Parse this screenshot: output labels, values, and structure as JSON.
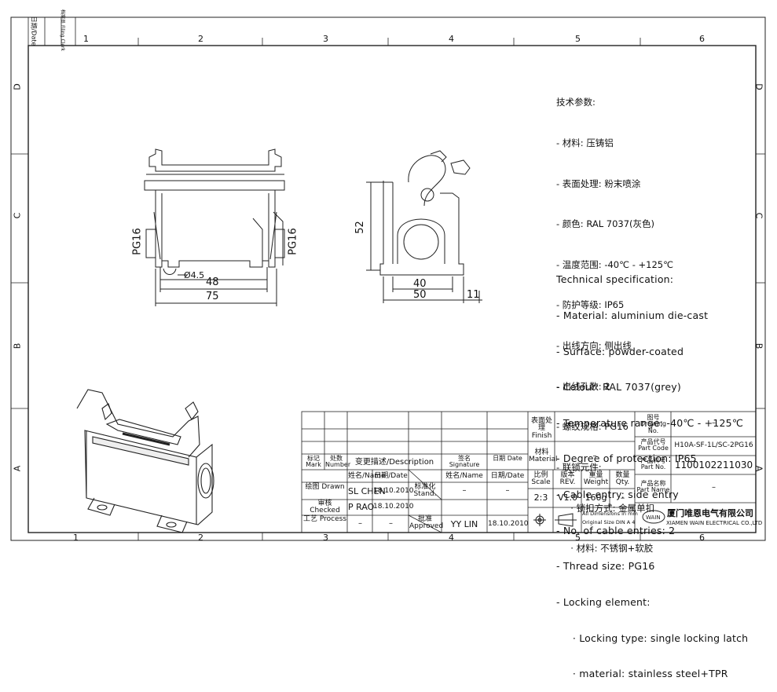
{
  "frame": {
    "col_numbers": [
      "1",
      "2",
      "3",
      "4",
      "5",
      "6"
    ],
    "row_letters": [
      "D",
      "C",
      "B",
      "A"
    ],
    "filing": {
      "date_label": "日期/Date",
      "clerk_label": "档案员 Filing Clerk"
    }
  },
  "specs_cn": {
    "title": "技术参数:",
    "items": [
      "- 材料: 压铸铝",
      "- 表面处理: 粉末喷涂",
      "- 颜色: RAL 7037(灰色)",
      "- 温度范围: -40℃ - +125℃",
      "- 防护等级: IP65",
      "- 出线方向: 侧出线",
      "- 出线孔数: 2",
      "- 螺纹规格: PG16",
      "- 联锁元件:",
      "     · 锁扣方式: 金属单扣",
      "     · 材料: 不锈钢+软胶"
    ]
  },
  "specs_en": {
    "title": "Technical specification:",
    "items": [
      "- Material: aluminium die-cast",
      "- Surface: powder-coated",
      "- Colour: RAL 7037(grey)",
      "- Temperature range: -40℃ - +125℃",
      "- Degree of protection: IP65",
      "- Cable entry: side entry",
      "- No. of cable entries: 2",
      "- Thread size: PG16",
      "- Locking element:",
      "     · Locking type: single locking latch",
      "     · material: stainless steel+TPR"
    ]
  },
  "dimensions": {
    "front": {
      "pg_left": "PG16",
      "pg_right": "PG16",
      "hole": "Ø4.5",
      "d48": "48",
      "d75": "75"
    },
    "side": {
      "d52": "52",
      "d40": "40",
      "d50": "50",
      "d11": "11"
    }
  },
  "title_block": {
    "mark": "标记 Mark",
    "number": "处数 Number",
    "description": "变更描述/Description",
    "signature": "签名 Signature",
    "date": "日期 Date",
    "name_hdr": "姓名/Name",
    "date_hdr": "日期/Date",
    "name_hdr2": "姓名/Name",
    "date_hdr2": "日期/Date",
    "drawn": "绘图 Drawn",
    "checked": "审核 Checked",
    "process": "工艺 Process",
    "drawn_name": "SL CHEN",
    "drawn_date": "18.10.2010",
    "checked_name": "P RAO",
    "checked_date": "18.10.2010",
    "process_name": "–",
    "process_date": "–",
    "stand": "标准化 Stand.",
    "stand_name": "–",
    "stand_date": "–",
    "approved": "批准 Approved",
    "approved_name": "YY LIN",
    "approved_date": "18.10.2010",
    "finish_label": "表面处理 Finish",
    "finish_val": "–",
    "material_label": "材料 Material",
    "material_val": "–",
    "scale_label": "比例 Scale",
    "rev_label": "版本 REV.",
    "weight_label": "重量 Weight",
    "qty_label": "数量 Qty.",
    "scale": "2:3",
    "rev": "V1.0",
    "weight": "160g",
    "qty": "–",
    "dims_note_1": "All Dimensions in mm",
    "dims_note_2": "Original Size DIN A 4",
    "drawing_no_label": "图号 Drawing No.",
    "drawing_no": "–",
    "part_code_label": "产品代号 Part Code",
    "part_code": "H10A-SF-1L/SC-2PG16",
    "part_no_label": "产品料号 Part No.",
    "part_no": "1100102211030",
    "part_name_label": "产品名称 Part Name",
    "part_name": "–",
    "company_cn": "厦门唯恩电气有限公司",
    "company_en": "XIAMEN WAIN ELECTRICAL CO.,LTD",
    "logo": "WAIN"
  }
}
